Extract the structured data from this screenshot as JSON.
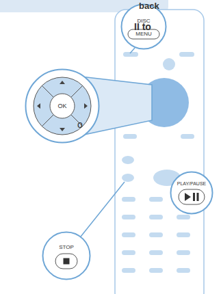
{
  "diagram": {
    "nodes": [
      {
        "text": [
          "DISC",
          "MENU"
        ]
      },
      {
        "text": [
          "OK"
        ]
      },
      {
        "text": [
          "PLAY/PAUSE"
        ]
      },
      {
        "text": [
          "STOP"
        ]
      }
    ],
    "labels": [
      "back",
      "II to",
      "o"
    ]
  }
}
